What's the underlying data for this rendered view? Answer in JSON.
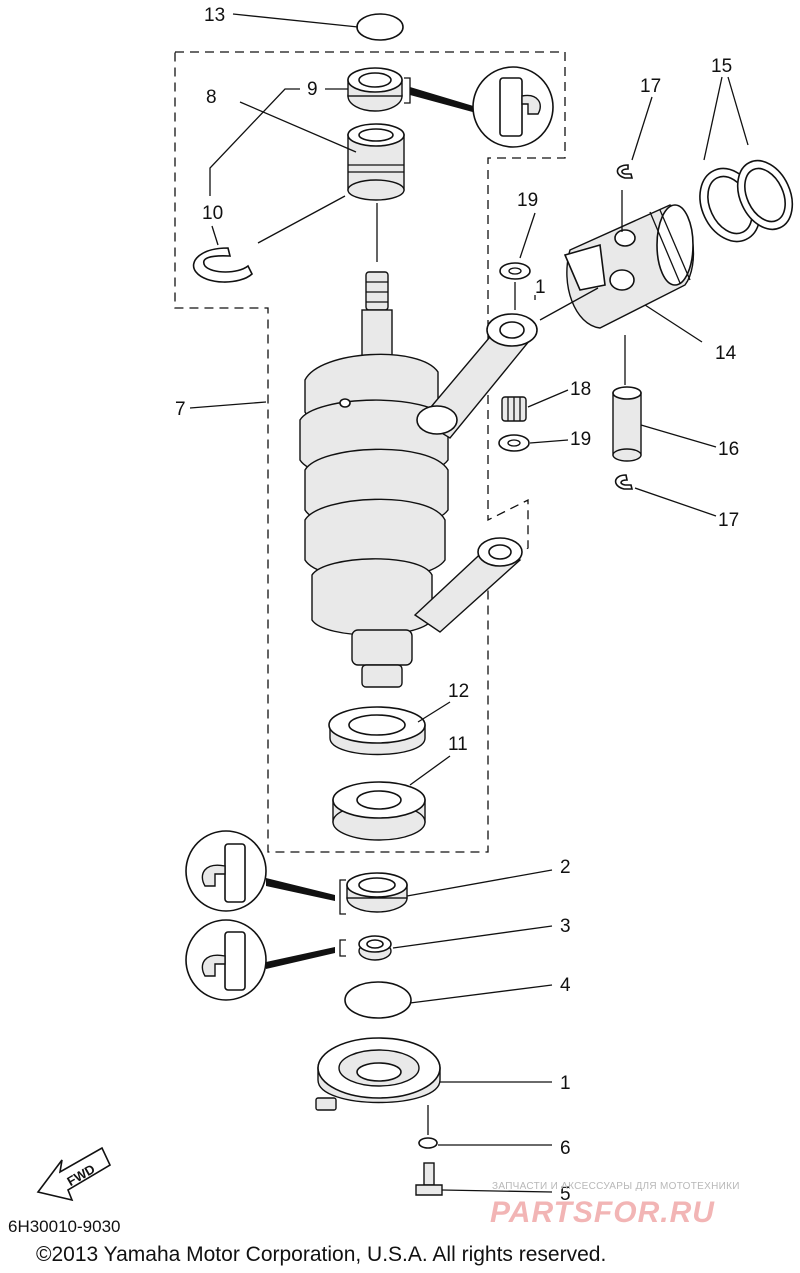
{
  "diagram": {
    "callouts": [
      "13",
      "9",
      "8",
      "10",
      "7",
      "17",
      "15",
      "19",
      "1",
      "14",
      "18",
      "19",
      "16",
      "17",
      "12",
      "11",
      "2",
      "3",
      "4",
      "1",
      "6",
      "5"
    ],
    "fwd_label": "FWD",
    "catalog_code": "6H30010-9030",
    "copyright": "©2013 Yamaha Motor Corporation, U.S.A. All rights reserved.",
    "watermark": {
      "tagline": "ЗАПЧАСТИ И АКСЕССУАРЫ ДЛЯ МОТОТЕХНИКИ",
      "brand": "PARTSFOR.RU"
    }
  }
}
